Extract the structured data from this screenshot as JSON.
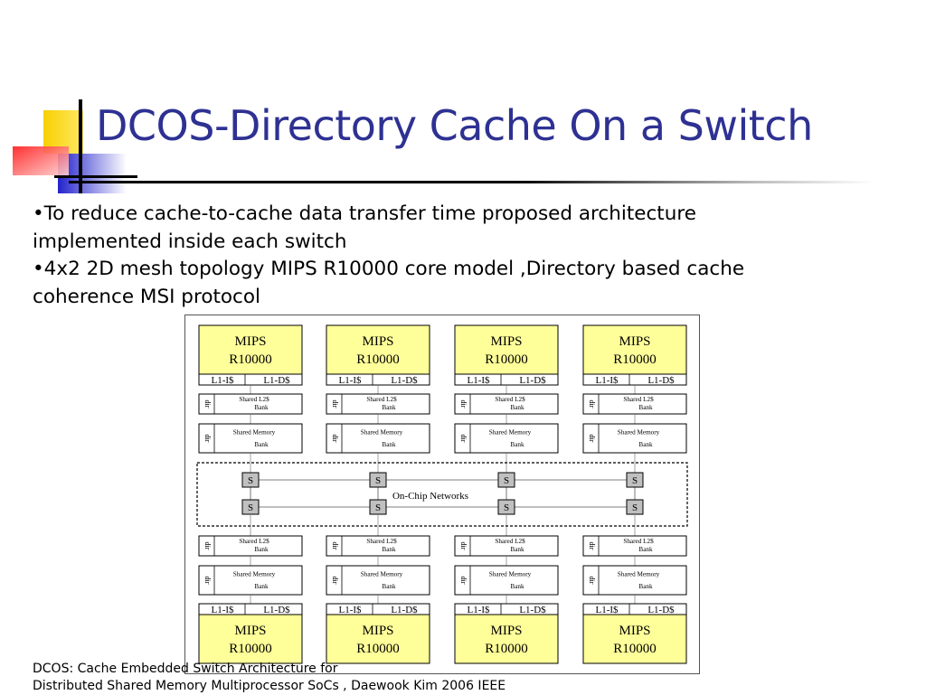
{
  "slide": {
    "title": "DCOS-Directory Cache On a Switch",
    "bullets": [
      "•To reduce cache-to-cache data transfer time proposed architecture implemented inside each switch",
      "•4x2 2D mesh topology MIPS R10000 core model ,Directory based cache coherence MSI protocol"
    ],
    "footer": [
      "DCOS: Cache Embedded Switch Architecture for",
      "Distributed Shared Memory Multiprocessor SoCs , Daewook Kim 2006 IEEE"
    ]
  },
  "diagram": {
    "core_line1": "MIPS",
    "core_line2": "R10000",
    "l1_icache": "L1-I$",
    "l1_dcache": "L1-D$",
    "dir": "dir",
    "l2_line1": "Shared L2$",
    "l2_line2": "Bank",
    "mem_line1": "Shared Memory",
    "mem_line2": "Bank",
    "switch": "S",
    "network": "On-Chip Networks"
  },
  "colors": {
    "title": "#2e3192",
    "core_fill": "#ffff99",
    "switch_fill": "#c0c0c0",
    "deco_yellow": "#f5d21a",
    "deco_blue": "#2c2ccc",
    "deco_red": "#ff2020"
  }
}
